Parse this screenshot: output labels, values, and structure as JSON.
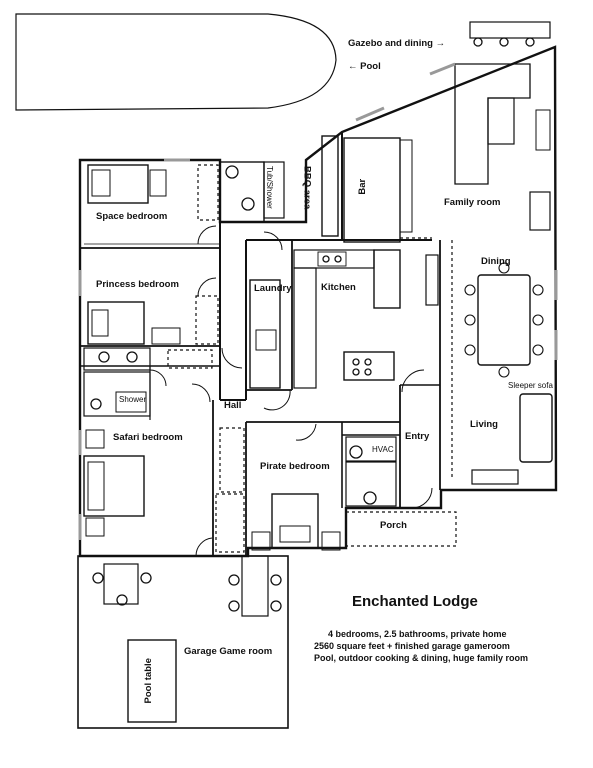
{
  "rooms": {
    "space_bedroom": "Space bedroom",
    "tub_shower": "Tub/Shower",
    "bbq_area": "BBQ area",
    "bar": "Bar",
    "family_room": "Family room",
    "princess_bedroom": "Princess bedroom",
    "laundry": "Laundry",
    "kitchen": "Kitchen",
    "dining": "Dining",
    "shower": "Shower",
    "hall": "Hall",
    "safari_bedroom": "Safari bedroom",
    "pirate_bedroom": "Pirate bedroom",
    "hvac": "HVAC",
    "entry": "Entry",
    "living": "Living",
    "sleeper_sofa": "Sleeper sofa",
    "porch": "Porch",
    "garage_game_room": "Garage Game room",
    "pool_table": "Pool table"
  },
  "outdoor": {
    "gazebo": "Gazebo and dining →",
    "pool": "← Pool"
  },
  "summary": {
    "title": "Enchanted Lodge",
    "lines": [
      "4 bedrooms, 2.5 bathrooms, private home",
      "2560 square feet + finished garage gameroom",
      "Pool, outdoor cooking & dining, huge family room"
    ]
  },
  "colors": {
    "line": "#111111",
    "background": "#ffffff"
  }
}
